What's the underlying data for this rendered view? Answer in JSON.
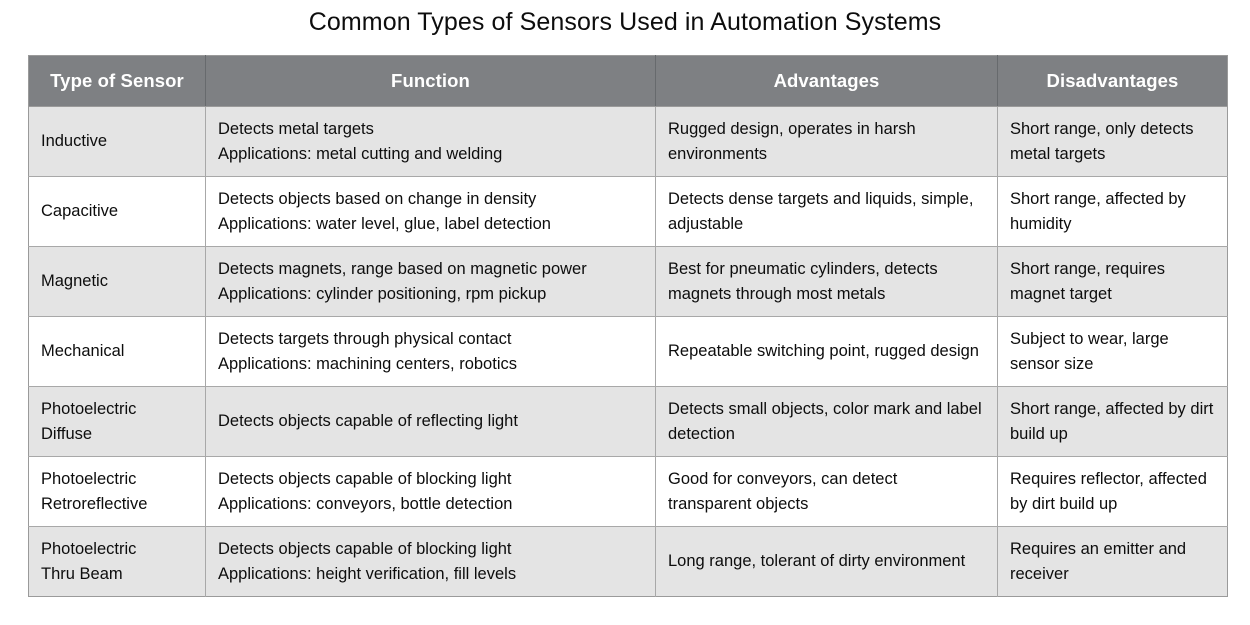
{
  "document": {
    "title": "Common Types of Sensors Used in Automation Systems"
  },
  "colors": {
    "header_background": "#7E8083",
    "header_text": "#FFFFFF",
    "row_shaded": "#E4E4E4",
    "row_plain": "#FFFFFF",
    "border": "#A8A8A8",
    "page_background": "#FFFFFF",
    "body_text": "#0D0D0D"
  },
  "table": {
    "columns": [
      {
        "key": "type",
        "label": "Type of Sensor",
        "align": "center"
      },
      {
        "key": "function",
        "label": "Function",
        "align": "center"
      },
      {
        "key": "advantages",
        "label": "Advantages",
        "align": "center"
      },
      {
        "key": "disadvantages",
        "label": "Disadvantages",
        "align": "center"
      }
    ],
    "rows": [
      {
        "type": "Inductive",
        "function": "Detects metal targets\nApplications: metal cutting and welding",
        "advantages": "Rugged design, operates in harsh environments",
        "disadvantages": "Short range, only detects metal targets",
        "shaded": true
      },
      {
        "type": "Capacitive",
        "function": "Detects objects based on change in density\nApplications: water level, glue, label detection",
        "advantages": "Detects dense targets and liquids, simple, adjustable",
        "disadvantages": "Short range, affected by humidity",
        "shaded": false
      },
      {
        "type": "Magnetic",
        "function": "Detects magnets, range based on magnetic power\nApplications: cylinder positioning, rpm pickup",
        "advantages": "Best for pneumatic cylinders, detects magnets through most metals",
        "disadvantages": "Short range, requires magnet target",
        "shaded": true
      },
      {
        "type": "Mechanical",
        "function": "Detects targets through physical contact\nApplications: machining centers, robotics",
        "advantages": "Repeatable switching point, rugged design",
        "disadvantages": "Subject to wear, large sensor size",
        "shaded": false
      },
      {
        "type": "Photoelectric\nDiffuse",
        "function": "Detects objects capable of reflecting light",
        "advantages": "Detects small objects, color mark and label detection",
        "disadvantages": "Short range, affected by dirt build up",
        "shaded": true
      },
      {
        "type": "Photoelectric\nRetroreflective",
        "function": "Detects objects capable of blocking light\nApplications: conveyors, bottle detection",
        "advantages": "Good for conveyors, can detect transparent objects",
        "disadvantages": "Requires reflector, affected by dirt build up",
        "shaded": false
      },
      {
        "type": "Photoelectric\nThru Beam",
        "function": "Detects objects capable of blocking light\nApplications: height verification, fill levels",
        "advantages": "Long range, tolerant of dirty environment",
        "disadvantages": "Requires an emitter and receiver",
        "shaded": true
      }
    ]
  }
}
